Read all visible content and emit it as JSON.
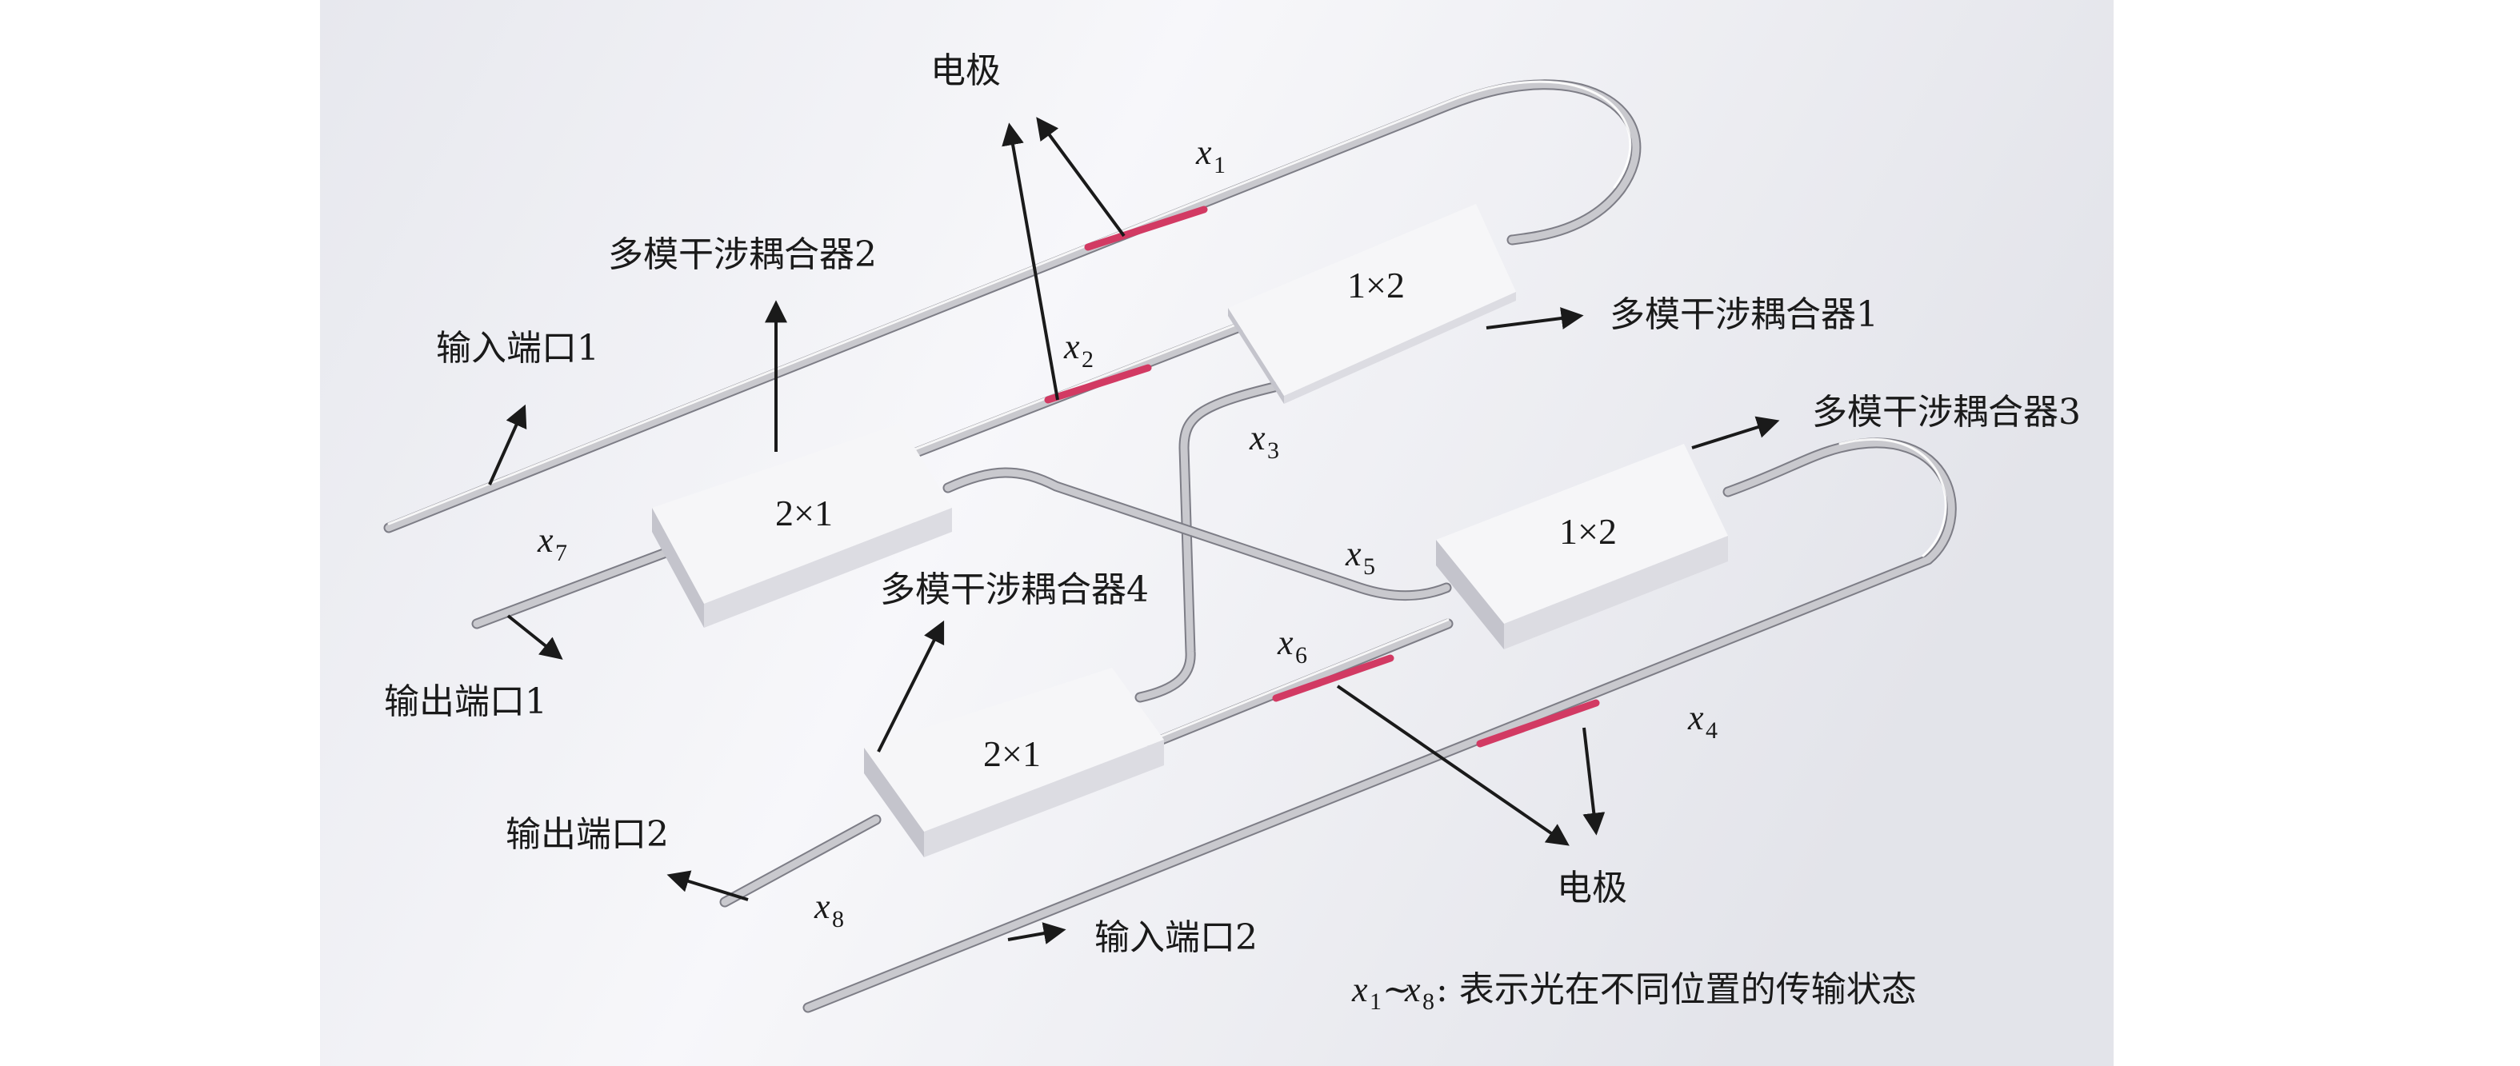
{
  "labels": {
    "electrode_top": "电极",
    "electrode_bottom": "电极",
    "mmi1": "多模干涉耦合器1",
    "mmi2": "多模干涉耦合器2",
    "mmi3": "多模干涉耦合器3",
    "mmi4": "多模干涉耦合器4",
    "input1": "输入端口1",
    "input2": "输入端口2",
    "output1": "输出端口1",
    "output2": "输出端口2"
  },
  "boxes": {
    "mmi1": "1×2",
    "mmi2": "2×1",
    "mmi3": "1×2",
    "mmi4": "2×1"
  },
  "states": {
    "x1": {
      "var": "x",
      "sub": "1"
    },
    "x2": {
      "var": "x",
      "sub": "2"
    },
    "x3": {
      "var": "x",
      "sub": "3"
    },
    "x4": {
      "var": "x",
      "sub": "4"
    },
    "x5": {
      "var": "x",
      "sub": "5"
    },
    "x6": {
      "var": "x",
      "sub": "6"
    },
    "x7": {
      "var": "x",
      "sub": "7"
    },
    "x8": {
      "var": "x",
      "sub": "8"
    }
  },
  "note": {
    "range_start_var": "x",
    "range_start_sub": "1",
    "range_sep": "~",
    "range_end_var": "x",
    "range_end_sub": "8",
    "text": ": 表示光在不同位置的传输状态"
  },
  "colors": {
    "electrode": "#d23a63",
    "waveguide": "#c9c9ce",
    "box_top": "#f6f6f8",
    "box_front": "#dcdce2",
    "box_side": "#c4c4cc"
  }
}
